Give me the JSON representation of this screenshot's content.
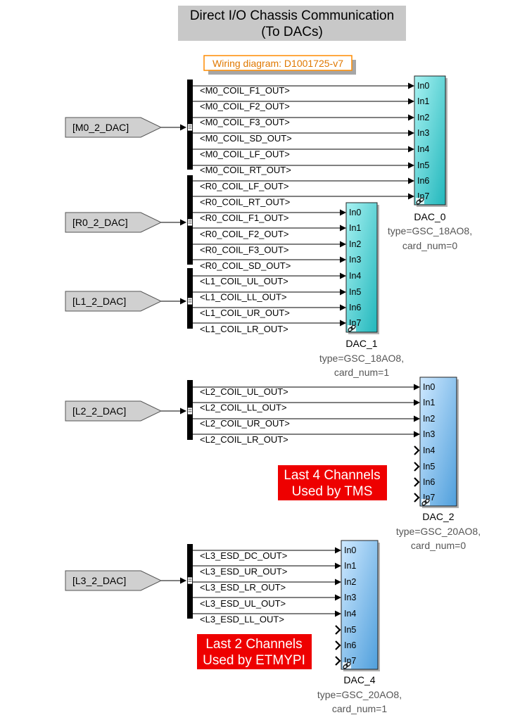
{
  "title": {
    "line1": "Direct I/O Chassis Communication",
    "line2": "(To DACs)"
  },
  "wiring_label": "Wiring diagram: D1001725-v7",
  "colors": {
    "title_bg": "#c8c8c8",
    "wiring_border": "#ff8c00",
    "wiring_text": "#e07800",
    "teal_fill": "#5fd8d8",
    "blue_fill": "#7ec0ef",
    "red_note": "#ee0000",
    "tag_fill": "#d0d0d0"
  },
  "sources": [
    {
      "id": "src-m0",
      "label": "[M0_2_DAC]"
    },
    {
      "id": "src-r0",
      "label": "[R0_2_DAC]"
    },
    {
      "id": "src-l1",
      "label": "[L1_2_DAC]"
    },
    {
      "id": "src-l2",
      "label": "[L2_2_DAC]"
    },
    {
      "id": "src-l3",
      "label": "[L3_2_DAC]"
    }
  ],
  "signals": {
    "m0": [
      "<M0_COIL_F1_OUT>",
      "<M0_COIL_F2_OUT>",
      "<M0_COIL_F3_OUT>",
      "<M0_COIL_SD_OUT>",
      "<M0_COIL_LF_OUT>",
      "<M0_COIL_RT_OUT>"
    ],
    "r0": [
      "<R0_COIL_LF_OUT>",
      "<R0_COIL_RT_OUT>",
      "<R0_COIL_F1_OUT>",
      "<R0_COIL_F2_OUT>",
      "<R0_COIL_F3_OUT>",
      "<R0_COIL_SD_OUT>"
    ],
    "l1": [
      "<L1_COIL_UL_OUT>",
      "<L1_COIL_LL_OUT>",
      "<L1_COIL_UR_OUT>",
      "<L1_COIL_LR_OUT>"
    ],
    "l2": [
      "<L2_COIL_UL_OUT>",
      "<L2_COIL_LL_OUT>",
      "<L2_COIL_UR_OUT>",
      "<L2_COIL_LR_OUT>"
    ],
    "l3": [
      "<L3_ESD_DC_OUT>",
      "<L3_ESD_UR_OUT>",
      "<L3_ESD_LR_OUT>",
      "<L3_ESD_UL_OUT>",
      "<L3_ESD_LL_OUT>"
    ]
  },
  "ports": [
    "In0",
    "In1",
    "In2",
    "In3",
    "In4",
    "In5",
    "In6",
    "In7"
  ],
  "dacs": [
    {
      "id": "dac0",
      "name": "DAC_0",
      "param1": "type=GSC_18AO8,",
      "param2": "card_num=0"
    },
    {
      "id": "dac1",
      "name": "DAC_1",
      "param1": "type=GSC_18AO8,",
      "param2": "card_num=1"
    },
    {
      "id": "dac2",
      "name": "DAC_2",
      "param1": "type=GSC_20AO8,",
      "param2": "card_num=0"
    },
    {
      "id": "dac4",
      "name": "DAC_4",
      "param1": "type=GSC_20AO8,",
      "param2": "card_num=1"
    }
  ],
  "notes": [
    {
      "id": "note-tms",
      "line1": "Last 4 Channels",
      "line2": "Used by TMS"
    },
    {
      "id": "note-etmypi",
      "line1": "Last 2 Channels",
      "line2": "Used by ETMYPI"
    }
  ]
}
